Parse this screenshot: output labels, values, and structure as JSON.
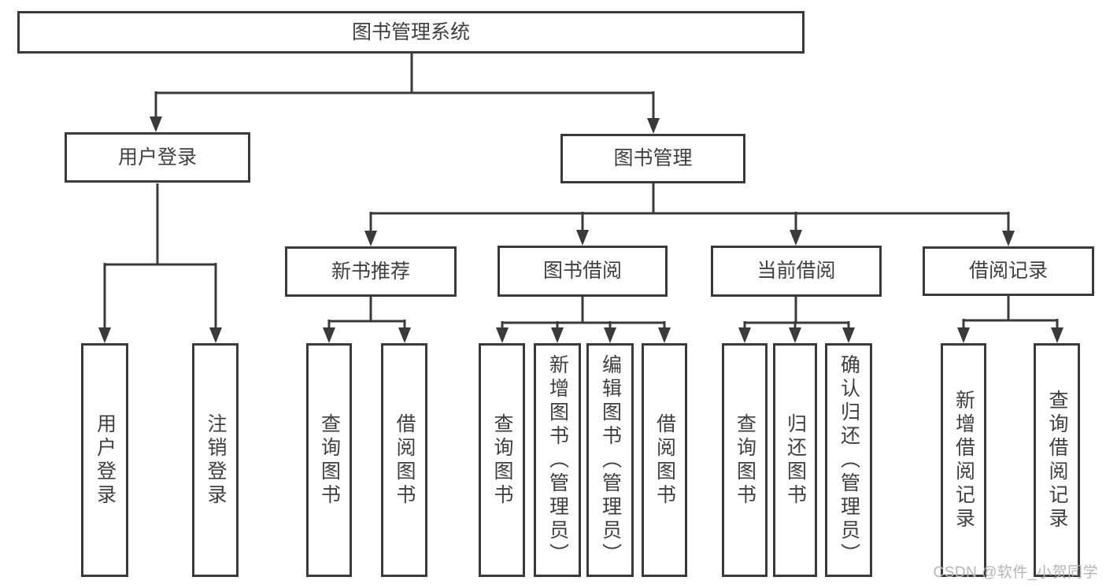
{
  "diagram_type": "hierarchy-tree",
  "nodes": {
    "root": "图书管理系统",
    "user_login": "用户登录",
    "book_mgmt": "图书管理",
    "new_book_rec": "新书推荐",
    "book_borrowing": "图书借阅",
    "current_borrowing": "当前借阅",
    "borrowing_records": "借阅记录",
    "leaves": {
      "user_login": [
        "用户登录",
        "注销登录"
      ],
      "new_book_rec": [
        "查询图书",
        "借阅图书"
      ],
      "book_borrowing": [
        "查询图书",
        "新增图书（管理员）",
        "编辑图书（管理员）",
        "借阅图书"
      ],
      "current_borrowing": [
        "查询图书",
        "归还图书",
        "确认归还（管理员）"
      ],
      "borrowing_records": [
        "新增借阅记录",
        "查询借阅记录"
      ]
    }
  },
  "watermark": "CSDN @软件_小贺同学",
  "colors": {
    "line": "#3a3a3a",
    "text": "#3f3f3f",
    "watermark": "#b5b5b5",
    "background": "#ffffff"
  }
}
